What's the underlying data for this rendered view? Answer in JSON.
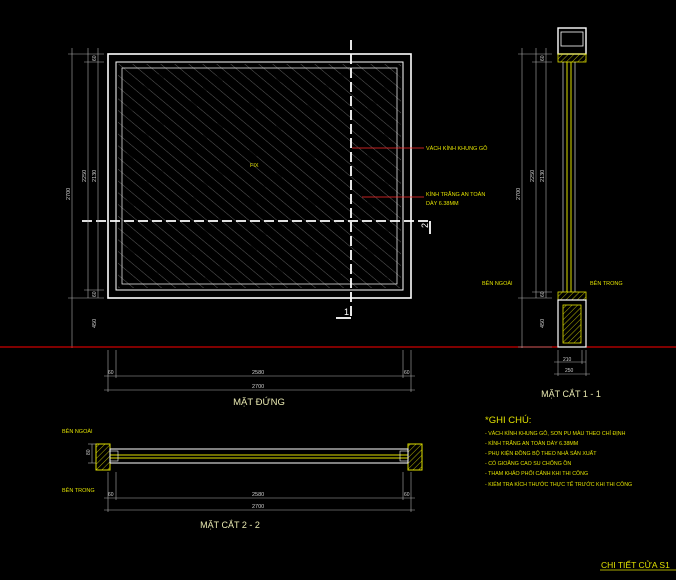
{
  "colors": {
    "background": "#000000",
    "line": "#ffffff",
    "dimension": "#c8c8c8",
    "text": "#e8e8b0",
    "annotation": "#e0e000",
    "leader": "#ff2a2a",
    "ground": "#ff0000",
    "section_fill": "#e0e000"
  },
  "elevation": {
    "title": "MẶT ĐỨNG",
    "fix_label": "FIX",
    "note_frame": "VÁCH KÍNH KHUNG GỖ",
    "note_glass_line1": "KÍNH TRẮNG AN TOÀN",
    "note_glass_line2": "DÀY 6.38MM",
    "section_mark_1": "1",
    "section_mark_2": "2",
    "dims_left_outer": "2700",
    "dims_left_1": "2250",
    "dims_left_2": "2130",
    "dims_left_top": "60",
    "dims_left_bot": "60",
    "dims_left_base": "450",
    "dims_bottom_left": "60",
    "dims_bottom_mid": "2580",
    "dims_bottom_right": "60",
    "dims_bottom_total": "2700"
  },
  "section11": {
    "title": "MẶT CẮT 1 - 1",
    "outside": "BÊN NGOÀI",
    "inside": "BÊN TRONG",
    "dims_outer": "2700",
    "dims_1": "2250",
    "dims_2": "2130",
    "dims_top": "60",
    "dims_bot": "60",
    "dims_base": "450",
    "dims_w1": "210",
    "dims_w2": "250"
  },
  "section22": {
    "title": "MẶT CẮT 2 - 2",
    "outside": "BÊN NGOÀI",
    "inside": "BÊN TRONG",
    "dims_depth": "80",
    "dims_left": "60",
    "dims_mid": "2580",
    "dims_right": "60",
    "dims_total": "2700"
  },
  "notes": {
    "title": "*GHI CHÚ:",
    "items": [
      "- VÁCH KÍNH KHUNG GỖ, SƠN PU MÀU THEO CHỈ ĐỊNH",
      "- KÍNH TRẮNG AN TOÀN DÀY 6.38MM",
      "- PHỤ KIỆN ĐỒNG BỘ THEO NHÀ SẢN XUẤT",
      "- CÓ GIOĂNG CAO SU CHỐNG ỒN",
      "- THAM KHẢO PHỐI CẢNH KHI THI CÔNG",
      "- KIỂM TRA KÍCH THƯỚC THỰC TẾ TRƯỚC KHI THI CÔNG"
    ]
  },
  "sheet_title": "CHI TIẾT CỬA S1"
}
